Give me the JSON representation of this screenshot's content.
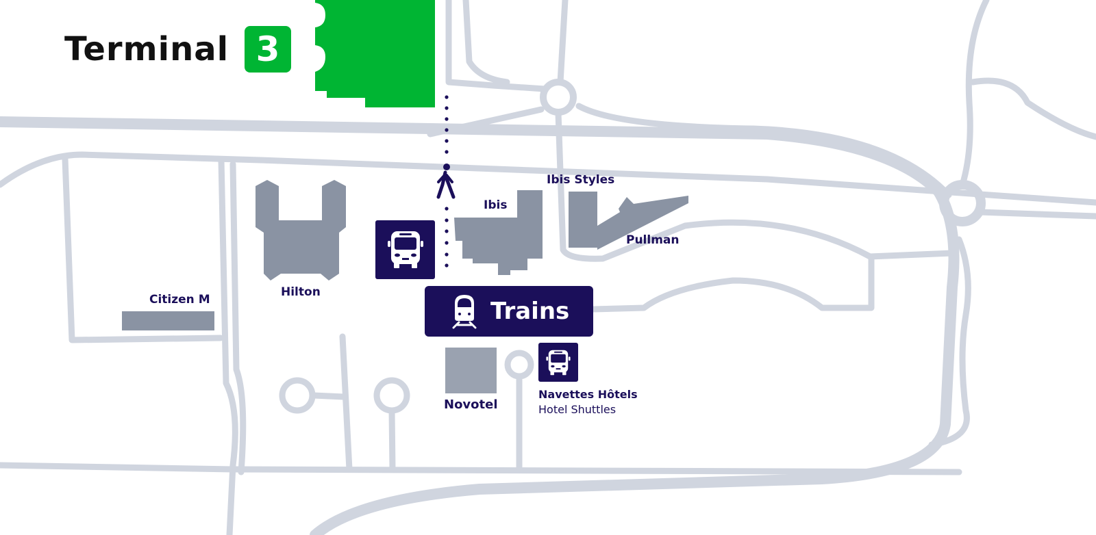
{
  "logo": {
    "text": "Terminal",
    "number": "3"
  },
  "labels": {
    "hilton": "Hilton",
    "ibis": "Ibis",
    "ibis_styles": "Ibis Styles",
    "pullman": "Pullman",
    "citizen_m": "Citizen M",
    "novotel": "Novotel",
    "shuttles_fr": "Navettes Hôtels",
    "shuttles_en": "Hotel Shuttles"
  },
  "trains": {
    "label": "Trains"
  },
  "colors": {
    "road": "#d0d5df",
    "building": "#8a93a3",
    "navy": "#1b0f5a",
    "terminal_green": "#00b533"
  }
}
